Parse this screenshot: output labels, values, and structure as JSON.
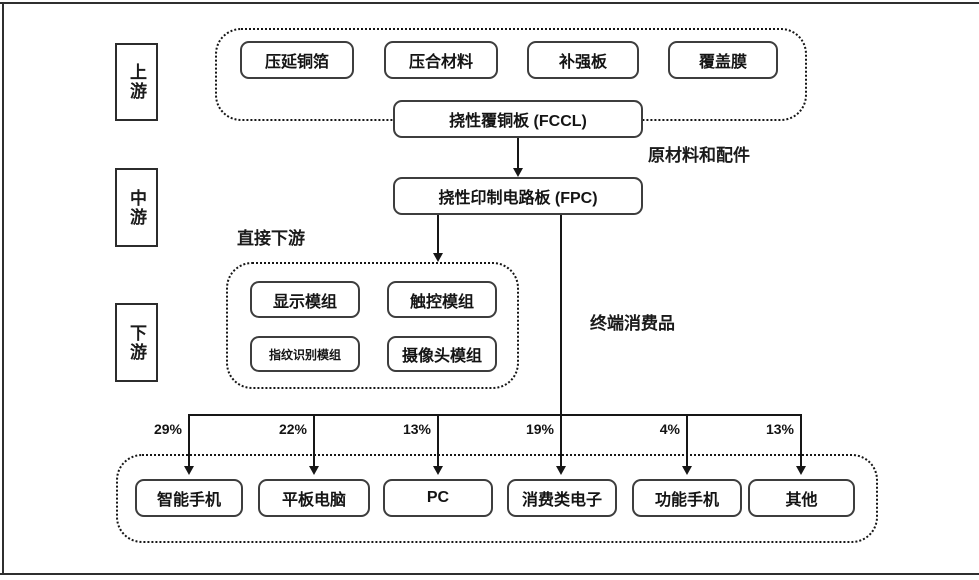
{
  "stages": [
    {
      "label": "上游"
    },
    {
      "label": "中游"
    },
    {
      "label": "下游"
    }
  ],
  "upstream": {
    "materials": [
      "压延铜箔",
      "压合材料",
      "补强板",
      "覆盖膜"
    ],
    "fccl_label": "挠性覆铜板 (FCCL)",
    "caption": "原材料和配件"
  },
  "midstream": {
    "fpc_label": "挠性印制电路板 (FPC)"
  },
  "direct_downstream": {
    "caption": "直接下游",
    "modules": [
      "显示模组",
      "触控模组",
      "指纹识别模组",
      "摄像头模组"
    ]
  },
  "terminal": {
    "caption": "终端消费品",
    "items": [
      {
        "label": "智能手机",
        "share": "29%"
      },
      {
        "label": "平板电脑",
        "share": "22%"
      },
      {
        "label": "PC",
        "share": "13%"
      },
      {
        "label": "消费类电子",
        "share": "19%"
      },
      {
        "label": "功能手机",
        "share": "4%"
      },
      {
        "label": "其他",
        "share": "13%"
      }
    ]
  }
}
